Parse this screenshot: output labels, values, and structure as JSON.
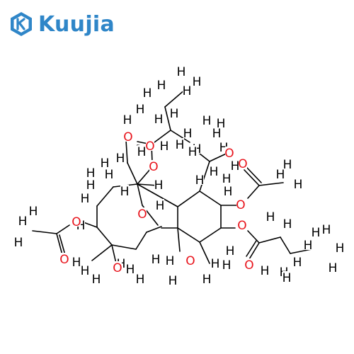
{
  "brand": {
    "name": "Kuujia",
    "color": "#2f86c8"
  },
  "molecule": {
    "atom_colors": {
      "C": "#000000",
      "O": "#e8121a",
      "H": "#000000"
    },
    "labels": [
      {
        "t": "H",
        "el": "H"
      },
      {
        "t": "H",
        "el": "H"
      },
      {
        "t": "H",
        "el": "H"
      },
      {
        "t": "H",
        "el": "H"
      },
      {
        "t": "H",
        "el": "H"
      },
      {
        "t": "H",
        "el": "H"
      },
      {
        "t": "H",
        "el": "H"
      },
      {
        "t": "H",
        "el": "H"
      },
      {
        "t": "H",
        "el": "H"
      },
      {
        "t": "H",
        "el": "H"
      },
      {
        "t": "H",
        "el": "H"
      },
      {
        "t": "H",
        "el": "H"
      },
      {
        "t": "H",
        "el": "H"
      },
      {
        "t": "H",
        "el": "H"
      },
      {
        "t": "H",
        "el": "H"
      },
      {
        "t": "H",
        "el": "H"
      },
      {
        "t": "H",
        "el": "H"
      },
      {
        "t": "H",
        "el": "H"
      },
      {
        "t": "H",
        "el": "H"
      },
      {
        "t": "H",
        "el": "H"
      },
      {
        "t": "H",
        "el": "H"
      },
      {
        "t": "H",
        "el": "H"
      },
      {
        "t": "H",
        "el": "H"
      },
      {
        "t": "H",
        "el": "H"
      },
      {
        "t": "H",
        "el": "H"
      },
      {
        "t": "H",
        "el": "H"
      },
      {
        "t": "H",
        "el": "H"
      },
      {
        "t": "H",
        "el": "H"
      },
      {
        "t": "H",
        "el": "H"
      },
      {
        "t": "H",
        "el": "H"
      },
      {
        "t": "H",
        "el": "H"
      },
      {
        "t": "H",
        "el": "H"
      },
      {
        "t": "H",
        "el": "H"
      },
      {
        "t": "H",
        "el": "H"
      },
      {
        "t": "H",
        "el": "H"
      },
      {
        "t": "H",
        "el": "H"
      },
      {
        "t": "H",
        "el": "H"
      },
      {
        "t": "H",
        "el": "H"
      },
      {
        "t": "H",
        "el": "H"
      },
      {
        "t": "H",
        "el": "H"
      },
      {
        "t": "H",
        "el": "H"
      },
      {
        "t": "H",
        "el": "H"
      },
      {
        "t": "H",
        "el": "H"
      },
      {
        "t": "H",
        "el": "H"
      },
      {
        "t": "H",
        "el": "H"
      },
      {
        "t": "H",
        "el": "H"
      },
      {
        "t": "H",
        "el": "H"
      },
      {
        "t": "H",
        "el": "H"
      },
      {
        "t": "H",
        "el": "H"
      },
      {
        "t": "H",
        "el": "H"
      },
      {
        "t": "H",
        "el": "H"
      },
      {
        "t": "H",
        "el": "H"
      },
      {
        "t": "H",
        "el": "H"
      },
      {
        "t": "H",
        "el": "H"
      },
      {
        "t": "H",
        "el": "H"
      },
      {
        "t": "H",
        "el": "H"
      },
      {
        "t": "H",
        "el": "H"
      },
      {
        "t": "H",
        "el": "H"
      },
      {
        "t": "H",
        "el": "H"
      },
      {
        "t": "H",
        "el": "H"
      },
      {
        "t": "H",
        "el": "H"
      },
      {
        "t": "H",
        "el": "H"
      },
      {
        "t": "H",
        "el": "H"
      },
      {
        "t": "H",
        "el": "H"
      },
      {
        "t": "O",
        "el": "O"
      },
      {
        "t": "O",
        "el": "O"
      },
      {
        "t": "O",
        "el": "O"
      },
      {
        "t": "O",
        "el": "O"
      },
      {
        "t": "O",
        "el": "O"
      },
      {
        "t": "O",
        "el": "O"
      },
      {
        "t": "O",
        "el": "O"
      },
      {
        "t": "O",
        "el": "O"
      },
      {
        "t": "O",
        "el": "O"
      },
      {
        "t": "O",
        "el": "O"
      },
      {
        "t": "O",
        "el": "O"
      },
      {
        "t": "O",
        "el": "O"
      },
      {
        "t": "O",
        "el": "O"
      }
    ]
  }
}
